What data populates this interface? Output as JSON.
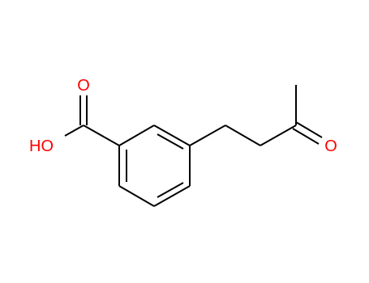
{
  "molecule": {
    "atoms": {
      "carboxyl_oxygen_double": "O",
      "hydroxyl": "HO",
      "ketone_oxygen": "O"
    },
    "colors": {
      "bond": "#000000",
      "oxygen": "#ff0000"
    }
  }
}
